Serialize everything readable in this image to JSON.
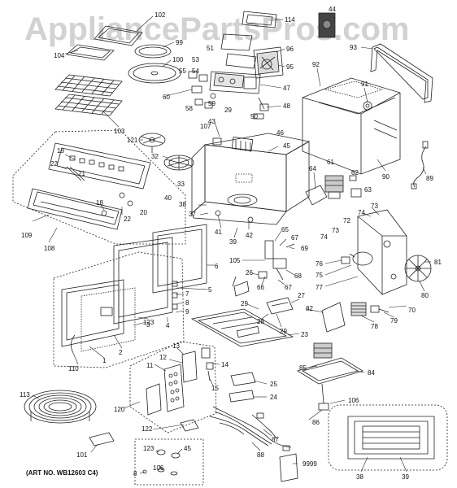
{
  "watermark": "AppliancePartsPros.com",
  "art_number": "(ART NO. WB12603 C4)",
  "callouts": [
    {
      "id": "c102",
      "text": "102"
    },
    {
      "id": "c99",
      "text": "99"
    },
    {
      "id": "c104",
      "text": "104"
    },
    {
      "id": "c100",
      "text": "100"
    },
    {
      "id": "c103",
      "text": "103"
    },
    {
      "id": "c114",
      "text": "114"
    },
    {
      "id": "c44",
      "text": "44"
    },
    {
      "id": "c93",
      "text": "93"
    },
    {
      "id": "c51",
      "text": "51"
    },
    {
      "id": "c53",
      "text": "53"
    },
    {
      "id": "c96",
      "text": "96"
    },
    {
      "id": "c95",
      "text": "95"
    },
    {
      "id": "c55",
      "text": "55"
    },
    {
      "id": "c54",
      "text": "54"
    },
    {
      "id": "c47",
      "text": "47"
    },
    {
      "id": "c60",
      "text": "60"
    },
    {
      "id": "c58",
      "text": "58"
    },
    {
      "id": "c59",
      "text": "59"
    },
    {
      "id": "c48",
      "text": "48"
    },
    {
      "id": "c29a",
      "text": "29"
    },
    {
      "id": "c50",
      "text": "50"
    },
    {
      "id": "c107",
      "text": "107"
    },
    {
      "id": "c92",
      "text": "92"
    },
    {
      "id": "c91",
      "text": "91"
    },
    {
      "id": "c43",
      "text": "43"
    },
    {
      "id": "c46",
      "text": "46"
    },
    {
      "id": "c45a",
      "text": "45"
    },
    {
      "id": "c121",
      "text": "121"
    },
    {
      "id": "c19",
      "text": "19"
    },
    {
      "id": "c22a",
      "text": "22"
    },
    {
      "id": "c21",
      "text": "21"
    },
    {
      "id": "c32",
      "text": "32"
    },
    {
      "id": "c33",
      "text": "33"
    },
    {
      "id": "c90",
      "text": "90"
    },
    {
      "id": "c89",
      "text": "89"
    },
    {
      "id": "c64",
      "text": "64"
    },
    {
      "id": "c61",
      "text": "61"
    },
    {
      "id": "c62",
      "text": "62"
    },
    {
      "id": "c63",
      "text": "63"
    },
    {
      "id": "c38a",
      "text": "38"
    },
    {
      "id": "c37",
      "text": "37"
    },
    {
      "id": "c18",
      "text": "18"
    },
    {
      "id": "c22b",
      "text": "22"
    },
    {
      "id": "c20",
      "text": "20"
    },
    {
      "id": "c40",
      "text": "40"
    },
    {
      "id": "c109",
      "text": "109"
    },
    {
      "id": "c108",
      "text": "108"
    },
    {
      "id": "c41",
      "text": "41"
    },
    {
      "id": "c39",
      "text": "39"
    },
    {
      "id": "c42",
      "text": "42"
    },
    {
      "id": "c73a",
      "text": "73"
    },
    {
      "id": "c74a",
      "text": "74"
    },
    {
      "id": "c72",
      "text": "72"
    },
    {
      "id": "c73b",
      "text": "73"
    },
    {
      "id": "c74b",
      "text": "74"
    },
    {
      "id": "c67",
      "text": "67"
    },
    {
      "id": "c65",
      "text": "65"
    },
    {
      "id": "c69",
      "text": "69"
    },
    {
      "id": "c105",
      "text": "105"
    },
    {
      "id": "c6",
      "text": "6"
    },
    {
      "id": "c26",
      "text": "26"
    },
    {
      "id": "c68",
      "text": "68"
    },
    {
      "id": "c66",
      "text": "66"
    },
    {
      "id": "c67b",
      "text": "67"
    },
    {
      "id": "c76",
      "text": "76"
    },
    {
      "id": "c75",
      "text": "75"
    },
    {
      "id": "c77",
      "text": "77"
    },
    {
      "id": "c81",
      "text": "81"
    },
    {
      "id": "c80",
      "text": "80"
    },
    {
      "id": "c5",
      "text": "5"
    },
    {
      "id": "c7",
      "text": "7"
    },
    {
      "id": "c8",
      "text": "8"
    },
    {
      "id": "c9",
      "text": "9"
    },
    {
      "id": "c123a",
      "text": "123"
    },
    {
      "id": "c4",
      "text": "4"
    },
    {
      "id": "c27",
      "text": "27"
    },
    {
      "id": "c29b",
      "text": "29"
    },
    {
      "id": "c28",
      "text": "28"
    },
    {
      "id": "c29c",
      "text": "29"
    },
    {
      "id": "c82",
      "text": "82"
    },
    {
      "id": "c70",
      "text": "70"
    },
    {
      "id": "c78",
      "text": "78"
    },
    {
      "id": "c79",
      "text": "79"
    },
    {
      "id": "c2",
      "text": "2"
    },
    {
      "id": "c1",
      "text": "1"
    },
    {
      "id": "c3",
      "text": "3"
    },
    {
      "id": "c23",
      "text": "23"
    },
    {
      "id": "c110",
      "text": "110"
    },
    {
      "id": "c13",
      "text": "13"
    },
    {
      "id": "c12",
      "text": "12"
    },
    {
      "id": "c11",
      "text": "11"
    },
    {
      "id": "c14",
      "text": "14"
    },
    {
      "id": "c85",
      "text": "85"
    },
    {
      "id": "c84",
      "text": "84"
    },
    {
      "id": "c15",
      "text": "15"
    },
    {
      "id": "c25",
      "text": "25"
    },
    {
      "id": "c24",
      "text": "24"
    },
    {
      "id": "c106a",
      "text": "106"
    },
    {
      "id": "c113",
      "text": "113"
    },
    {
      "id": "c120",
      "text": "120"
    },
    {
      "id": "c86",
      "text": "86"
    },
    {
      "id": "c122",
      "text": "122"
    },
    {
      "id": "c87",
      "text": "87"
    },
    {
      "id": "c101",
      "text": "101"
    },
    {
      "id": "c123b",
      "text": "123"
    },
    {
      "id": "c45b",
      "text": "45"
    },
    {
      "id": "c88",
      "text": "88"
    },
    {
      "id": "c106b",
      "text": "106"
    },
    {
      "id": "c8b",
      "text": "8"
    },
    {
      "id": "c9999",
      "text": "9999"
    },
    {
      "id": "c38b",
      "text": "38"
    },
    {
      "id": "c39b",
      "text": "39"
    }
  ]
}
